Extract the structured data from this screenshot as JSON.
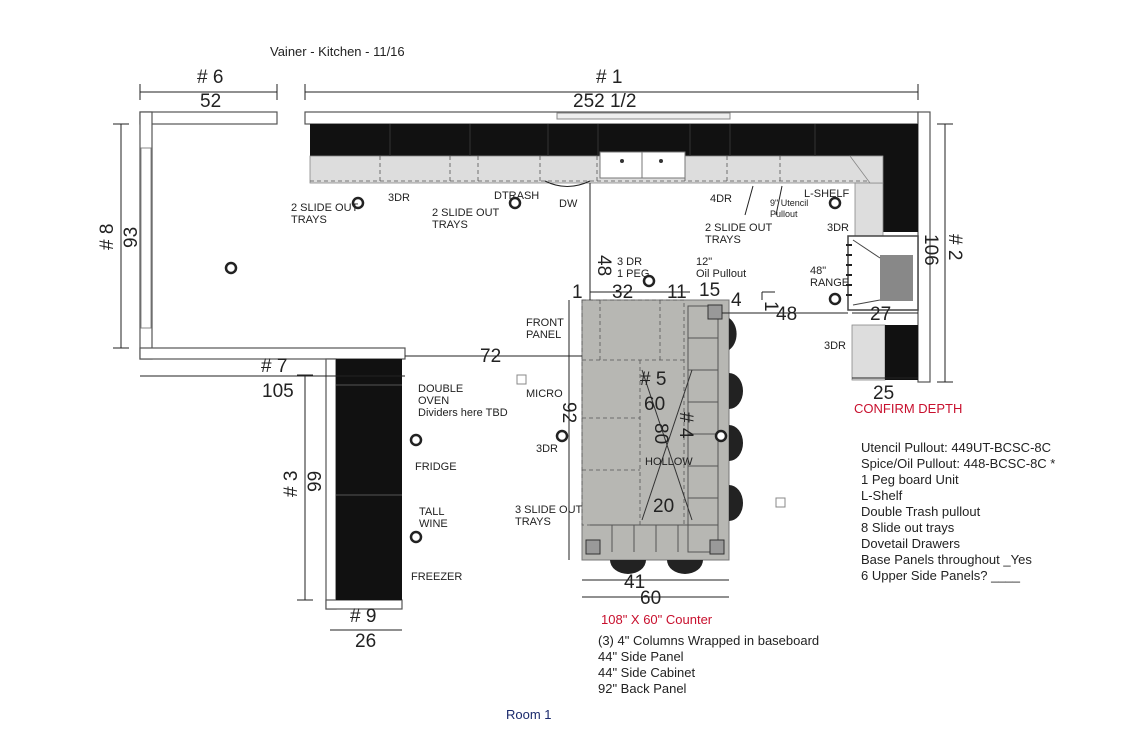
{
  "title": "Vainer - Kitchen - 11/16",
  "walls": {
    "w1": {
      "num": "# 1",
      "len": "252 1/2"
    },
    "w2": {
      "num": "# 2",
      "len": "106"
    },
    "w3": {
      "num": "# 3",
      "len": "99"
    },
    "w6": {
      "num": "# 6",
      "len": "52"
    },
    "w7": {
      "num": "# 7",
      "len": "105"
    },
    "w8": {
      "num": "# 8",
      "len": "93"
    },
    "w9": {
      "num": "# 9",
      "len": "26"
    }
  },
  "dims": {
    "d48v": "48",
    "d72": "72",
    "d1": "1",
    "d32": "32",
    "d11": "11",
    "d15": "15",
    "d4": "4",
    "d1b": "1",
    "d48h": "48",
    "d27": "27",
    "d25": "25",
    "d92": "92",
    "d80": "80",
    "d20": "20",
    "d41": "41",
    "d60": "60"
  },
  "island": {
    "num": "# 5",
    "len": "60",
    "w4": "# 4"
  },
  "labels": {
    "slide1": [
      "2 SLIDE OUT",
      "TRAYS"
    ],
    "dr3a": "3DR",
    "dtrash": "DTRASH",
    "slide2": [
      "2 SLIDE OUT",
      "TRAYS"
    ],
    "dw": "DW",
    "dr4": "4DR",
    "slide3": [
      "2 SLIDE OUT",
      "TRAYS"
    ],
    "lshelf": "L-SHELF",
    "utencil": [
      "9\" Utencil",
      "Pullout"
    ],
    "dr3b": "3DR",
    "range": [
      "48\"",
      "RANGE"
    ],
    "dr3c": "3DR",
    "peg": [
      "3 DR",
      "1 PEG"
    ],
    "oil": [
      "12\"",
      "Oil Pullout"
    ],
    "front": [
      "FRONT",
      "PANEL"
    ],
    "micro": "MICRO",
    "dr3d": "3DR",
    "hollow": "HOLLOW",
    "slide4": [
      "3 SLIDE OUT",
      "TRAYS"
    ],
    "oven": [
      "DOUBLE",
      "OVEN",
      "Dividers here TBD"
    ],
    "fridge": "FRIDGE",
    "wine": [
      "TALL",
      "WINE"
    ],
    "freezer": "FREEZER",
    "confirm": "CONFIRM DEPTH"
  },
  "notes": [
    "Utencil Pullout: 449UT-BCSC-8C",
    "Spice/Oil Pullout: 448-BCSC-8C *",
    "1 Peg board Unit",
    "L-Shelf",
    "Double Trash pullout",
    "8 Slide out trays",
    "Dovetail Drawers",
    "",
    "Base Panels throughout _Yes",
    "6 Upper Side Panels? ____"
  ],
  "counter": {
    "title": "108\" X 60\" Counter",
    "lines": [
      "(3) 4\" Columns Wrapped in baseboard",
      "44\" Side Panel",
      "44\" Side Cabinet",
      "92\" Back Panel"
    ]
  },
  "room": "Room 1"
}
